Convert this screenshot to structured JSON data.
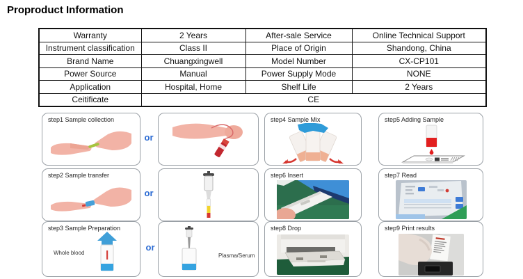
{
  "page": {
    "title": "Proproduct Information"
  },
  "table": {
    "rows": [
      [
        "Warranty",
        "2 Years",
        "After-sale Service",
        "Online Technical Support"
      ],
      [
        "Instrument classification",
        "Class II",
        "Place of Origin",
        "Shandong, China"
      ],
      [
        "Brand Name",
        "Chuangxingwell",
        "Model Number",
        "CX-CP101"
      ],
      [
        "Power Source",
        "Manual",
        "Power Supply Mode",
        "NONE"
      ],
      [
        "Application",
        "Hospital, Home",
        "Shelf Life",
        "2 Years"
      ],
      [
        "Ceitificate",
        "CE"
      ]
    ]
  },
  "steps": {
    "or_label": "or",
    "step1": {
      "label": "step1 Sample collection"
    },
    "step2": {
      "label": "step2 Sample transfer"
    },
    "step3": {
      "label": "step3 Sample Preparation",
      "annotation": "Whole blood"
    },
    "alt3": {
      "annotation": "Plasma/Serum"
    },
    "step4": {
      "label": "step4 Sample Mix"
    },
    "step5": {
      "label": "step5 Adding Sample"
    },
    "step6": {
      "label": "step6 Insert"
    },
    "step7": {
      "label": "step7 Read"
    },
    "step8": {
      "label": "step8 Drop"
    },
    "step9": {
      "label": "step9 Print results"
    }
  },
  "colors": {
    "or_text": "#2b6bd3",
    "blood_red": "#c2272f",
    "cap_blue": "#35a3e0",
    "cassette_band_peach": "#efb093",
    "photo_green": "#1e5c3a",
    "table_border": "#111111"
  }
}
